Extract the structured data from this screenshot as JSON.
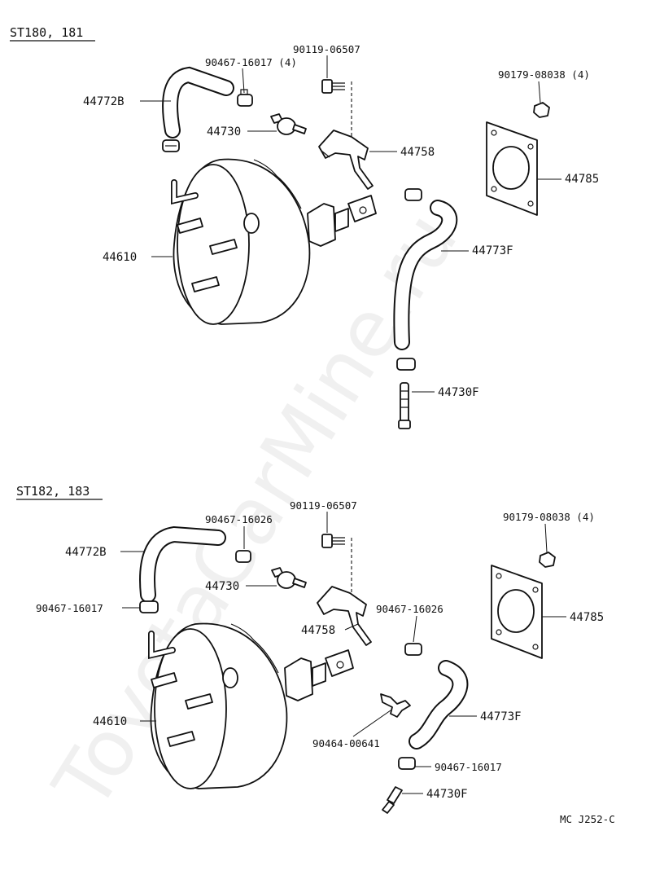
{
  "watermark": "ToyotaCarMine.ru",
  "figure_code": "MC J252-C",
  "sections": [
    {
      "title": "ST180, 181",
      "labels": {
        "p44772B": "44772B",
        "p90467_16017": "90467-16017 (4)",
        "p90119_06507": "90119-06507",
        "p90179_08038": "90179-08038 (4)",
        "p44730": "44730",
        "p44758": "44758",
        "p44785": "44785",
        "p44610": "44610",
        "p44773F": "44773F",
        "p44730F": "44730F"
      }
    },
    {
      "title": "ST182, 183",
      "labels": {
        "p90467_16026_a": "90467-16026",
        "p90119_06507": "90119-06507",
        "p90179_08038": "90179-08038 (4)",
        "p44772B": "44772B",
        "p44730": "44730",
        "p90467_16017_a": "90467-16017",
        "p90467_16026_b": "90467-16026",
        "p44758": "44758",
        "p44785": "44785",
        "p44610": "44610",
        "p44773F": "44773F",
        "p90464_00641": "90464-00641",
        "p90467_16017_b": "90467-16017",
        "p44730F": "44730F"
      }
    }
  ]
}
